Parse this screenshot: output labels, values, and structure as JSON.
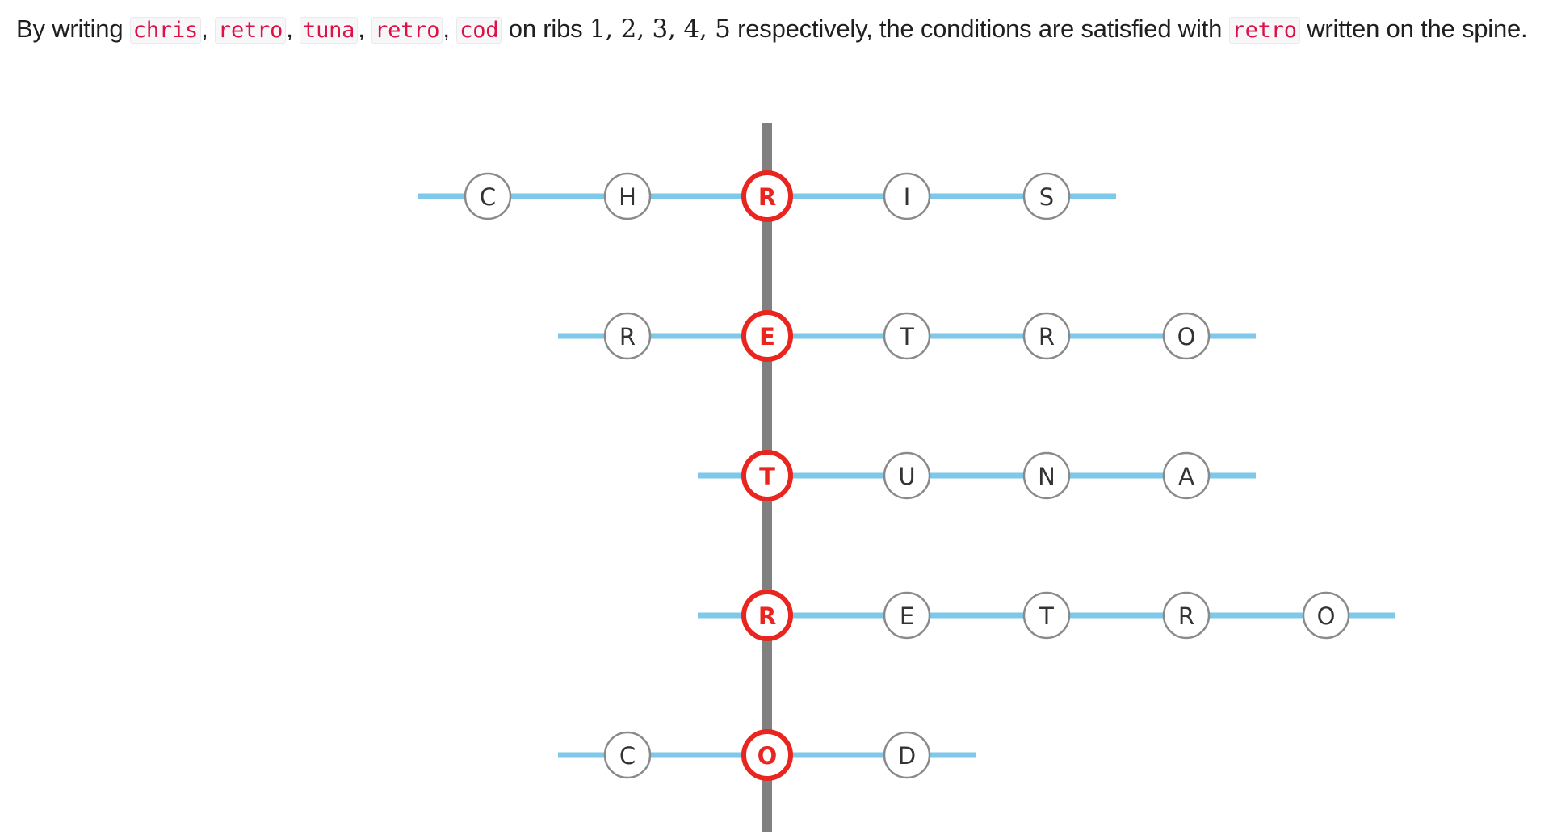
{
  "caption": {
    "t1": "By writing ",
    "w1": "chris",
    "sep1": ", ",
    "w2": "retro",
    "sep2": ", ",
    "w3": "tuna",
    "sep3": ", ",
    "w4": "retro",
    "sep4": ", ",
    "w5": "cod",
    "t2": " on ribs ",
    "ribs": "1, 2, 3, 4, 5",
    "t3": " respectively, the conditions are satisfied with ",
    "spine_word": "retro",
    "t4": " written on the spine."
  },
  "diagram": {
    "spine_color": "#808080",
    "rib_color": "#7ec8ea",
    "spine_letter_color": "#e8261f",
    "node_border_color": "#8a8a8a",
    "ribs": [
      {
        "word": "chris",
        "letters": [
          "C",
          "H",
          "R",
          "I",
          "S"
        ],
        "spine_index": 2
      },
      {
        "word": "retro",
        "letters": [
          "R",
          "E",
          "T",
          "R",
          "O"
        ],
        "spine_index": 1
      },
      {
        "word": "tuna",
        "letters": [
          "T",
          "U",
          "N",
          "A"
        ],
        "spine_index": 0
      },
      {
        "word": "retro",
        "letters": [
          "R",
          "E",
          "T",
          "R",
          "O"
        ],
        "spine_index": 0
      },
      {
        "word": "cod",
        "letters": [
          "C",
          "O",
          "D"
        ],
        "spine_index": 1
      }
    ]
  }
}
